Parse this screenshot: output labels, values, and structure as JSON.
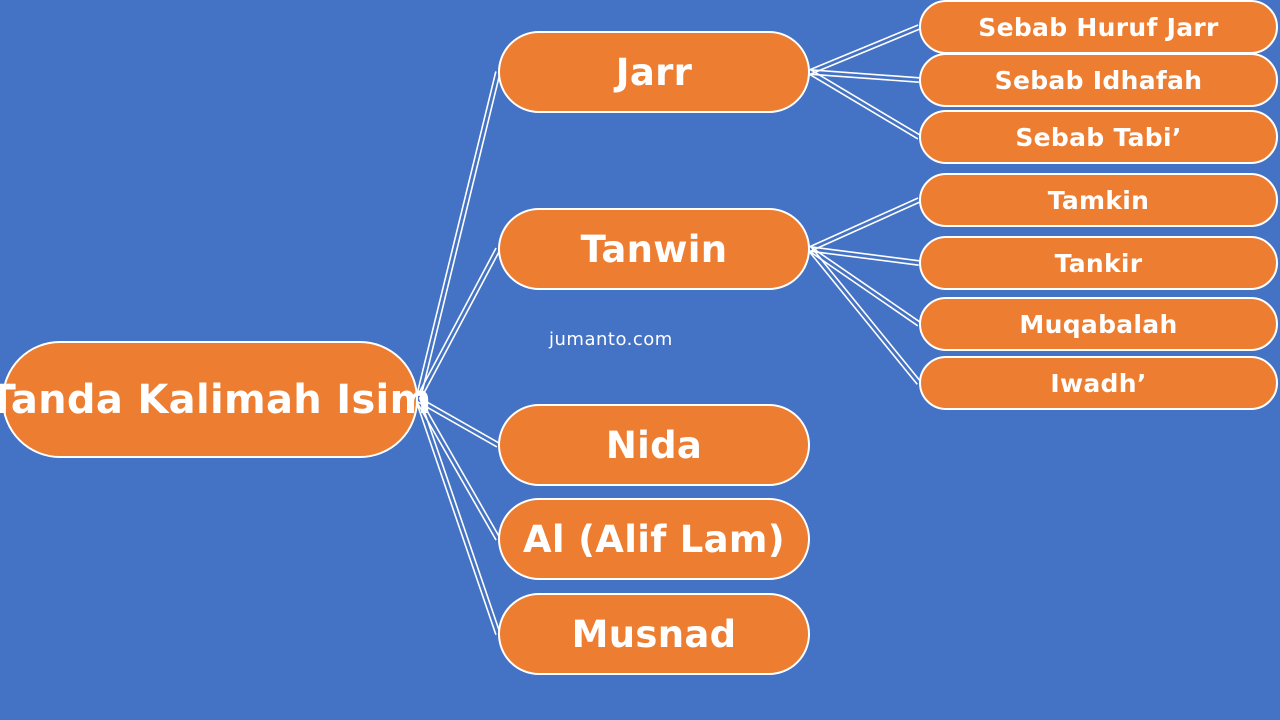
{
  "colors": {
    "background": "#4472C4",
    "node_fill": "#ED7D31",
    "node_border": "#FFFFFF",
    "text": "#FFFFFF",
    "connector": "#FFFFFF"
  },
  "root": {
    "label": "Tanda Kalimah Isim"
  },
  "branches": [
    {
      "label": "Jarr",
      "children": [
        {
          "label": "Sebab Huruf Jarr"
        },
        {
          "label": "Sebab Idhafah"
        },
        {
          "label": "Sebab Tabi’"
        }
      ]
    },
    {
      "label": "Tanwin",
      "children": [
        {
          "label": "Tamkin"
        },
        {
          "label": "Tankir"
        },
        {
          "label": "Muqabalah"
        },
        {
          "label": "Iwadh’"
        }
      ]
    },
    {
      "label": "Nida",
      "children": []
    },
    {
      "label": "Al (Alif Lam)",
      "children": []
    },
    {
      "label": "Musnad",
      "children": []
    }
  ],
  "watermark": "jumanto.com"
}
